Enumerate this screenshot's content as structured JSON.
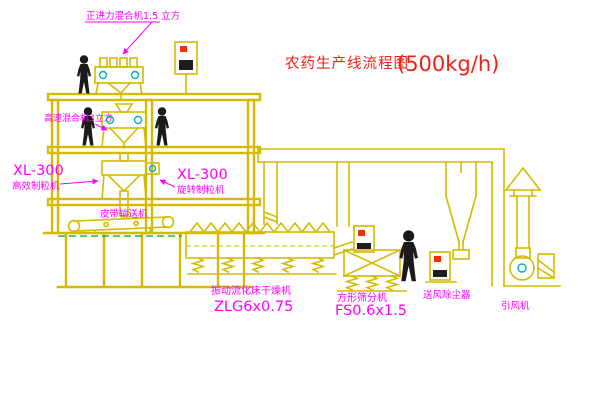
{
  "title": {
    "main": "农药生产线流程图",
    "capacity": "(500kg/h)"
  },
  "labels": {
    "mixer_top": "正进力混合机1.5 立方",
    "high_speed_mixer": "高速混合机3立方",
    "granulator_left_model": "XL-300",
    "granulator_left_name": "高效制粒机",
    "granulator_mid_model": "XL-300",
    "granulator_mid_name": "旋转制粒机",
    "belt_conveyor": "皮带输送机",
    "dryer_name": "振动流化床干燥机",
    "dryer_model": "ZLG6x0.75",
    "sifter_name": "方形筛分机",
    "sifter_model": "FS0.6x1.5",
    "dust_collector": "送风除尘器",
    "induced_draft_fan": "引风机"
  },
  "colors": {
    "equipment_yellow": "#d4ba00",
    "detail_cyan": "#00b4c4",
    "label_magenta": "#ff00ff",
    "title_red": "#ee2213",
    "ground_green": "#00a42a",
    "figure_black": "#1a1a1a",
    "indicator_red": "#f43000"
  }
}
